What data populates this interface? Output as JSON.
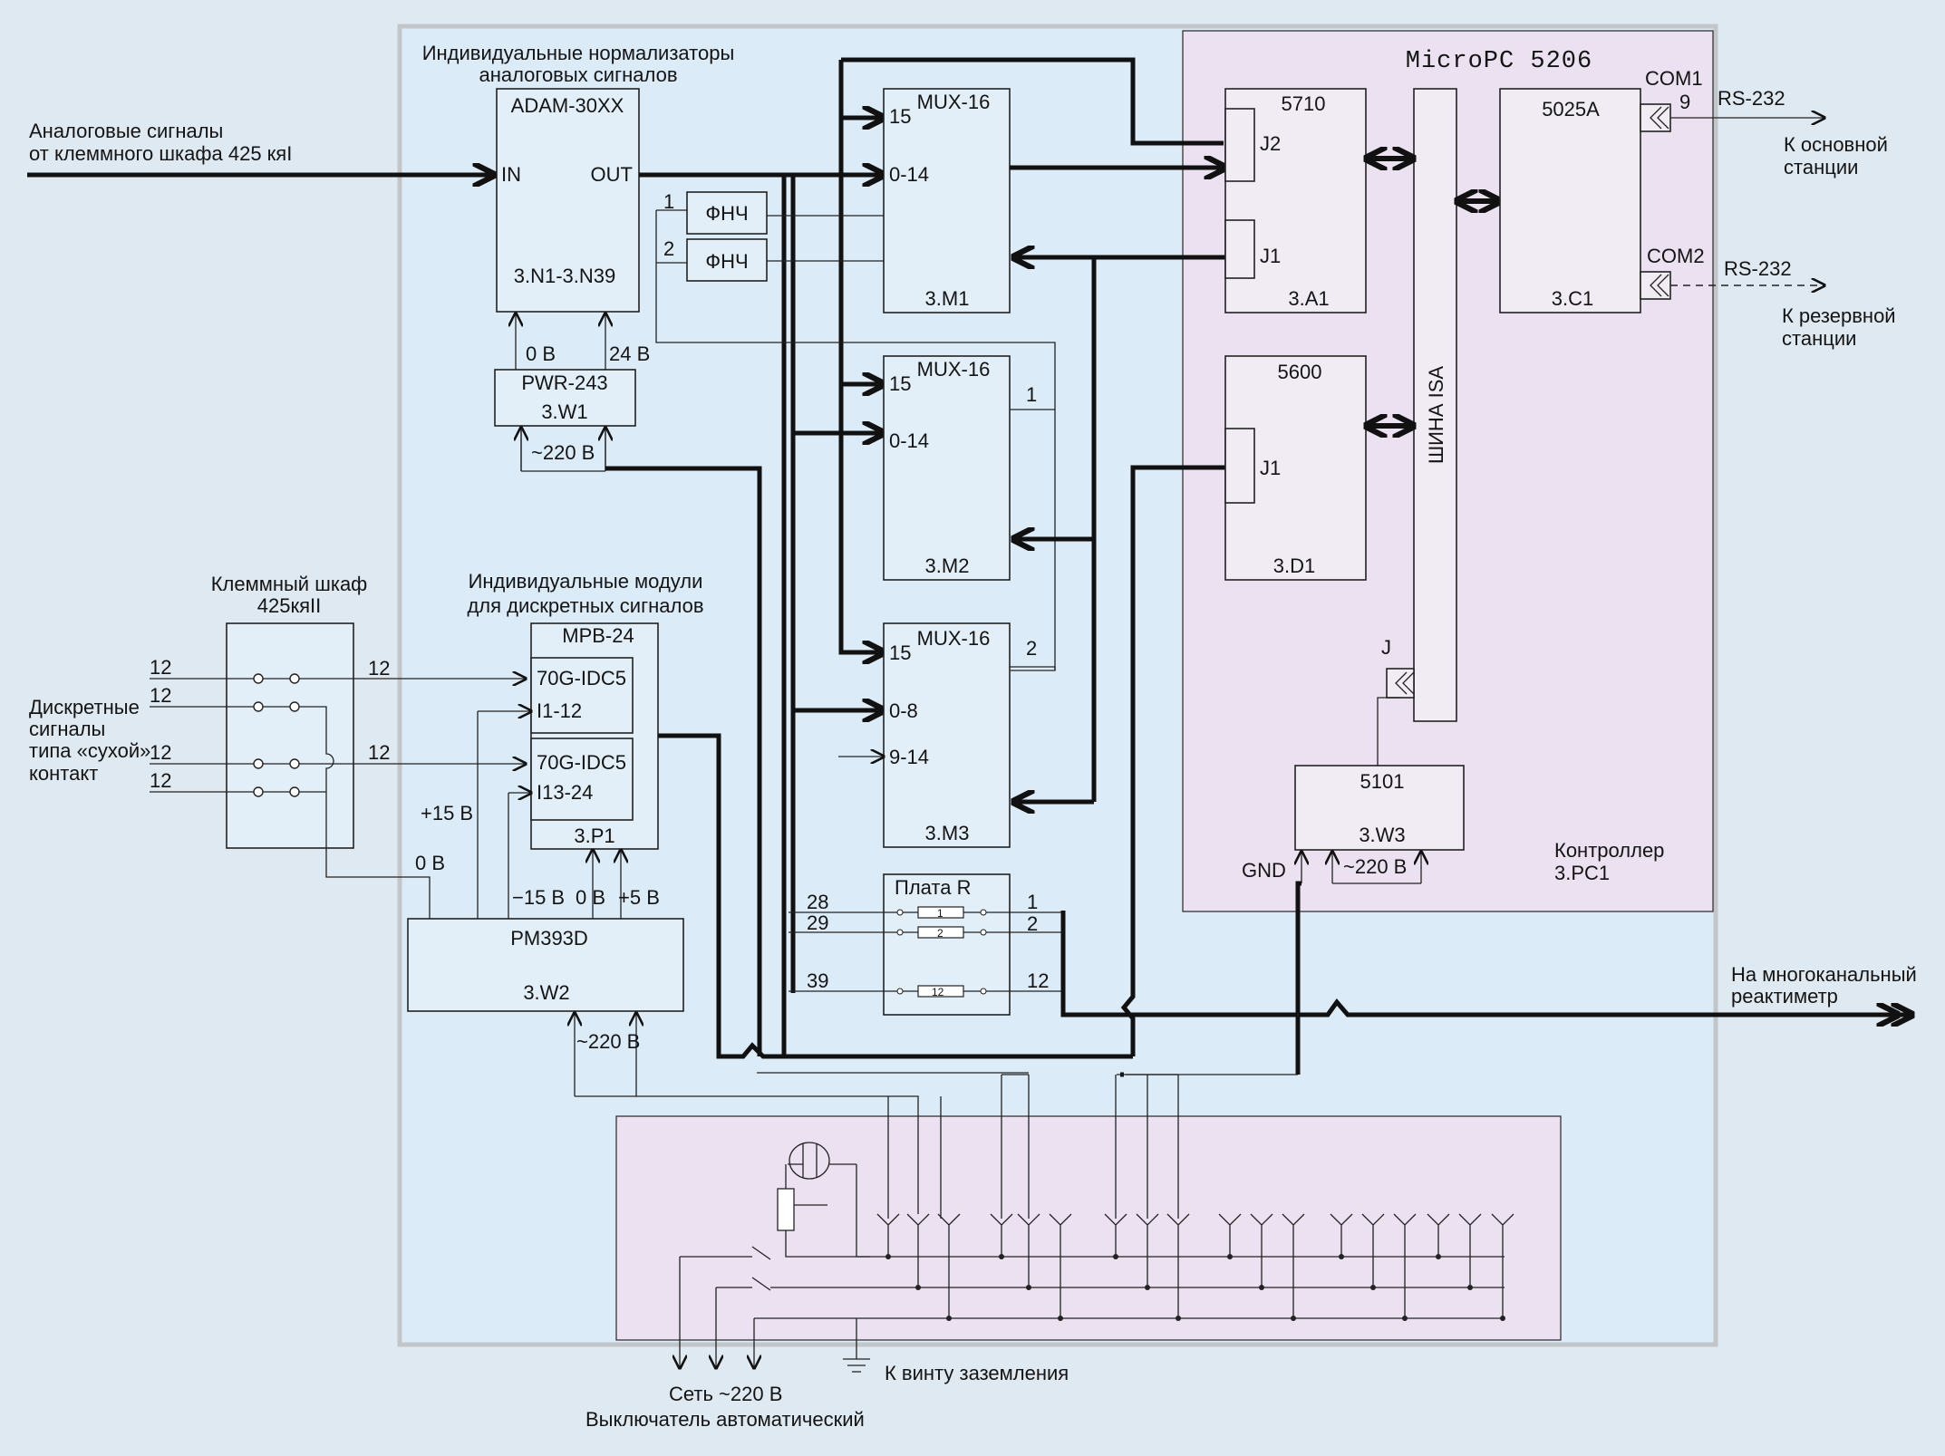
{
  "analog_input": {
    "line1": "Аналоговые сигналы",
    "line2": "от клеммного шкафа 425 кяI"
  },
  "normalizers": {
    "title1": "Индивидуальные нормализаторы",
    "title2": "аналоговых сигналов",
    "name": "ADAM-30XX",
    "in": "IN",
    "out": "OUT",
    "ref": "3.N1-3.N39"
  },
  "filters": {
    "label": "ФНЧ",
    "n1": "1",
    "n2": "2"
  },
  "pwr243": {
    "name": "PWR-243",
    "ref": "3.W1",
    "v0": "0 В",
    "v24": "24 В",
    "ac": "~220 В"
  },
  "mux": [
    {
      "name": "MUX-16",
      "in1": "15",
      "in2": "0-14",
      "ref": "3.M1"
    },
    {
      "name": "MUX-16",
      "in1": "15",
      "in2": "0-14",
      "ref": "3.M2",
      "out": "1"
    },
    {
      "name": "MUX-16",
      "in1": "15",
      "in2": "0-8",
      "in3": "9-14",
      "ref": "3.M3",
      "out": "2"
    }
  ],
  "terminal": {
    "title1": "Клеммный шкаф",
    "title2": "425кяII",
    "w12": "12"
  },
  "discrete": {
    "label1": "Дискретные",
    "label2": "сигналы",
    "label3": "типа «сухой»",
    "label4": "контакт"
  },
  "mpb": {
    "title1": "Индивидуальные модули",
    "title2": "для дискретных сигналов",
    "name": "MPB-24",
    "p1": "70G-IDC5",
    "p1b": "I1-12",
    "p2": "70G-IDC5",
    "p2b": "I13-24",
    "ref": "3.P1"
  },
  "pm393": {
    "name": "PM393D",
    "ref": "3.W2",
    "p15": "+15 В",
    "v0": "0 В",
    "m15": "−15 В",
    "v0b": "0 В",
    "p5": "+5 В",
    "ac": "~220 В"
  },
  "plate_r": {
    "title": "Плата R",
    "r1": "1",
    "r2": "2",
    "r12": "12",
    "i28": "28",
    "i29": "29",
    "i39": "39",
    "o1": "1",
    "o2": "2",
    "o12": "12"
  },
  "micropc": {
    "title": "MicroPC 5206",
    "ctrl1": "Контроллер",
    "ctrl2": "3.PC1"
  },
  "card5710": {
    "name": "5710",
    "j2": "J2",
    "j1": "J1",
    "ref": "3.A1"
  },
  "card5600": {
    "name": "5600",
    "j1": "J1",
    "ref": "3.D1"
  },
  "isa": {
    "label": "ШИНА ISA",
    "j": "J"
  },
  "card5025": {
    "name": "5025A",
    "ref": "3.C1",
    "com1": "COM1",
    "pin9": "9",
    "com2": "COM2"
  },
  "card5101": {
    "name": "5101",
    "ref": "3.W3",
    "gnd": "GND",
    "ac": "~220 В"
  },
  "rs232": {
    "a": "RS-232",
    "a_dest1": "К основной",
    "a_dest2": "станции",
    "b": "RS-232",
    "b_dest1": "К резервной",
    "b_dest2": "станции"
  },
  "reactimeter": {
    "line1": "На многоканальный",
    "line2": "реактиметр"
  },
  "power_bottom": {
    "mains": "Сеть ~220 В",
    "breaker": "Выключатель автоматический",
    "ground": "К винту заземления"
  },
  "colors": {
    "background": "#dfe9f1",
    "cabinet": "#dcebf8",
    "controller": "#ebe1f0",
    "box": "#e2eef8"
  }
}
